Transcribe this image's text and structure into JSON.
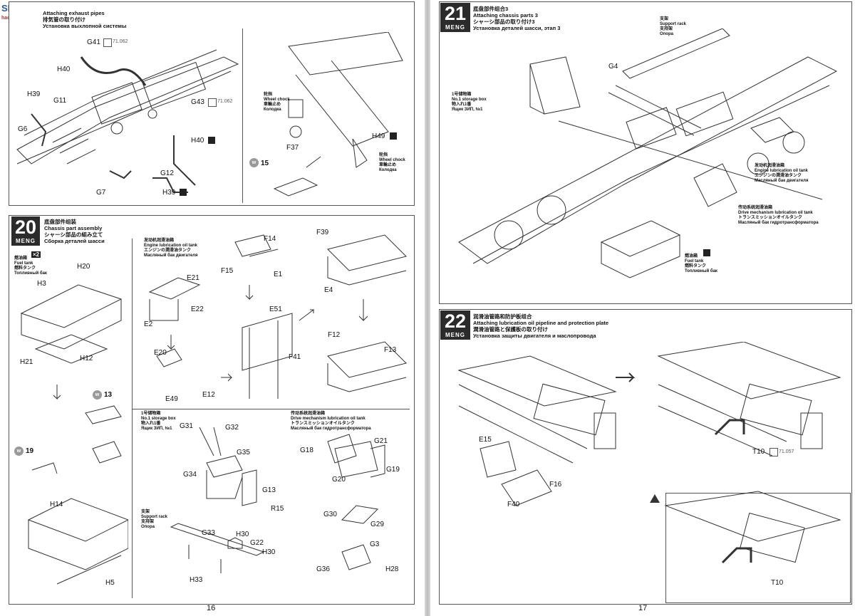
{
  "watermark": {
    "text": "SEARCH",
    "sub": "hao.hobbyb..."
  },
  "left_page": {
    "page_number": "16",
    "step19": {
      "title_en": "Attaching exhaust pipes",
      "title_jp": "排気管の取り付け",
      "title_ru": "Установка выхлопной системы",
      "labels": {
        "g41": "G41",
        "h40a": "H40",
        "h39a": "H39",
        "g11": "G11",
        "g6": "G6",
        "g43": "G43",
        "h40b": "H40",
        "g12": "G12",
        "g7": "G7",
        "h39b": "H39",
        "f37": "F37",
        "h49": "H49"
      },
      "paint_a": "71.062",
      "paint_b": "71.062",
      "chock_a": [
        "轮挡",
        "Wheel chock",
        "車輪止め",
        "Колодка"
      ],
      "chock_b": [
        "轮挡",
        "Wheel chock",
        "車輪止め",
        "Колодка"
      ],
      "w15": "15"
    },
    "step20": {
      "number": "20",
      "brand": "MENG",
      "title_cn": "底盘部件组装",
      "title_en": "Chassis part assembly",
      "title_jp": "シャーシ部品の組み立て",
      "title_ru": "Сборка деталей шасси",
      "fuel_tank": [
        "燃油箱",
        "Fuel tank",
        "燃料タンク",
        "Топливный бак"
      ],
      "multiplier": "×2",
      "engine_tank": [
        "发动机润滑油箱",
        "Engine lubrication oil tank",
        "エンジンの潤滑油タンク",
        "Масляный бак двигателя"
      ],
      "storage_box": [
        "1号储物箱",
        "No.1 storage box",
        "物入れ1番",
        "Ящик ЗИП, №1"
      ],
      "drive_tank": [
        "传动系统润滑油箱",
        "Drive mechanism lubrication oil tank",
        "トランスミッションオイルタンク",
        "Масляный бак гидротрансформатора"
      ],
      "support_rack": [
        "支架",
        "Support rack",
        "支持架",
        "Опора"
      ],
      "w13": "13",
      "w19": "19",
      "labels": {
        "h20": "H20",
        "h3": "H3",
        "h21": "H21",
        "h12": "H12",
        "h14": "H14",
        "h5": "H5",
        "e21": "E21",
        "e22": "E22",
        "e2": "E2",
        "e20": "E20",
        "e49": "E49",
        "e12": "E12",
        "f14": "F14",
        "f15": "F15",
        "e1": "E1",
        "e51": "E51",
        "f41": "F41",
        "f39": "F39",
        "e4": "E4",
        "f12": "F12",
        "f13": "F13",
        "g31": "G31",
        "g32": "G32",
        "g35": "G35",
        "g34": "G34",
        "g13": "G13",
        "r15": "R15",
        "g33": "G33",
        "h30a": "H30",
        "g22": "G22",
        "h30b": "H30",
        "h33": "H33",
        "g18": "G18",
        "g21": "G21",
        "g19": "G19",
        "g20": "G20",
        "g30": "G30",
        "g29": "G29",
        "g3": "G3",
        "g36": "G36",
        "h28": "H28"
      }
    }
  },
  "right_page": {
    "page_number": "17",
    "step21": {
      "number": "21",
      "brand": "MENG",
      "title_cn": "底盘部件组合3",
      "title_en": "Attaching chassis parts 3",
      "title_jp": "シャーシ部品の取り付け3",
      "title_ru": "Установка деталей шасси, этап 3",
      "g4": "G4",
      "support_rack": [
        "支架",
        "Support rack",
        "支持架",
        "Опора"
      ],
      "storage_box": [
        "1号储物箱",
        "No.1 storage box",
        "物入れ1番",
        "Ящик ЗИП, №1"
      ],
      "engine_tank": [
        "发动机润滑油箱",
        "Engine lubrication oil tank",
        "エンジンの潤滑油タンク",
        "Масляный бак двигателя"
      ],
      "drive_tank": [
        "传动系统润滑油箱",
        "Drive mechanism lubrication oil tank",
        "トランスミッションオイルタンク",
        "Масляный бак гидротрансформатора"
      ],
      "fuel_tank": [
        "燃油箱",
        "Fuel tank",
        "燃料タンク",
        "Топливный бак"
      ]
    },
    "step22": {
      "number": "22",
      "brand": "MENG",
      "title_cn": "润滑油管路和防护板组合",
      "title_en": "Attaching lubrication oil pipeline and protection plate",
      "title_jp": "潤滑油管路と保護板の取り付け",
      "title_ru": "Установка защиты двигателя и маслопровода",
      "labels": {
        "e15": "E15",
        "f16": "F16",
        "f40": "F40",
        "t10a": "T10",
        "t10b": "T10"
      },
      "paint": "71.057"
    }
  }
}
